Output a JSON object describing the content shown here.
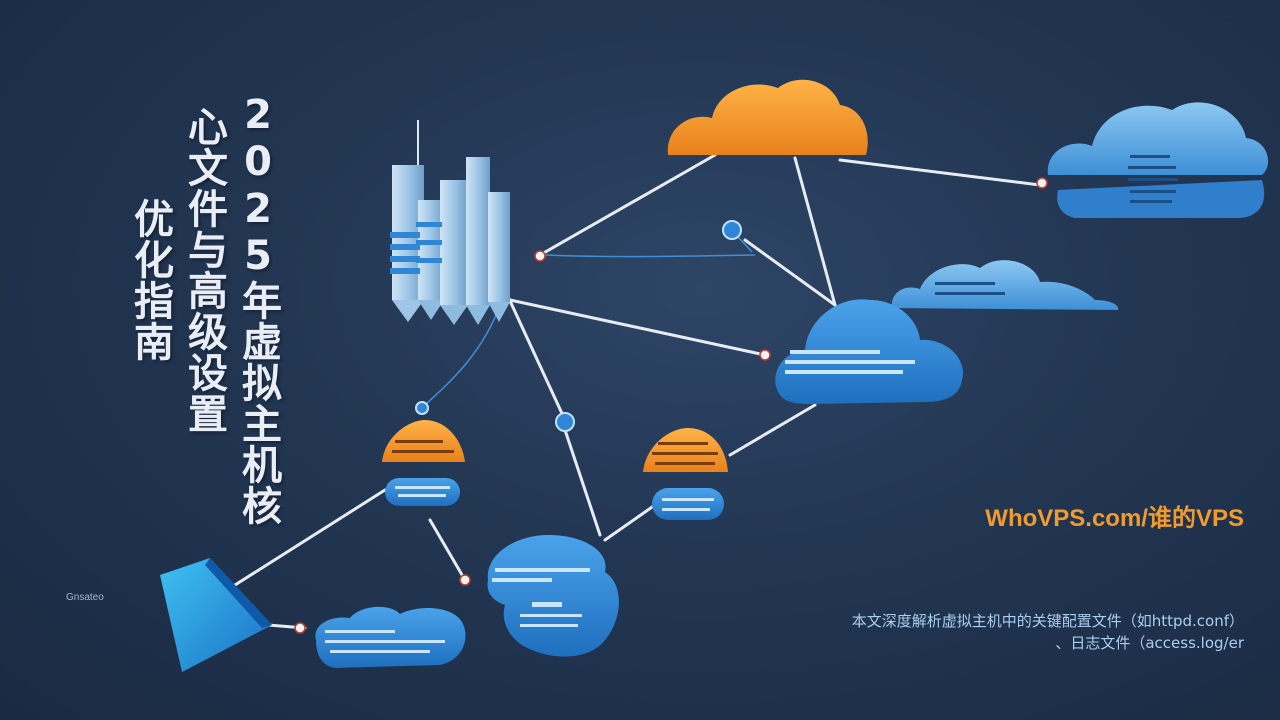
{
  "title": {
    "col1": "2025年虚拟主机核",
    "col2": "心文件与高级设置",
    "col3": "优化指南"
  },
  "brand": "WhoVPS.com/谁的VPS",
  "description": {
    "line1": "本文深度解析虚拟主机中的关键配置文件（如httpd.conf）",
    "line2": "、日志文件（access.log/er"
  },
  "illustration": {
    "side_label": "Gnsateo"
  },
  "colors": {
    "background": "#223652",
    "accent_orange": "#f39a2c",
    "cloud_blue": "#2f86d6",
    "light_blue": "#5fb0ea",
    "title_text": "#e9eef6",
    "desc_text": "#a9cff0"
  }
}
